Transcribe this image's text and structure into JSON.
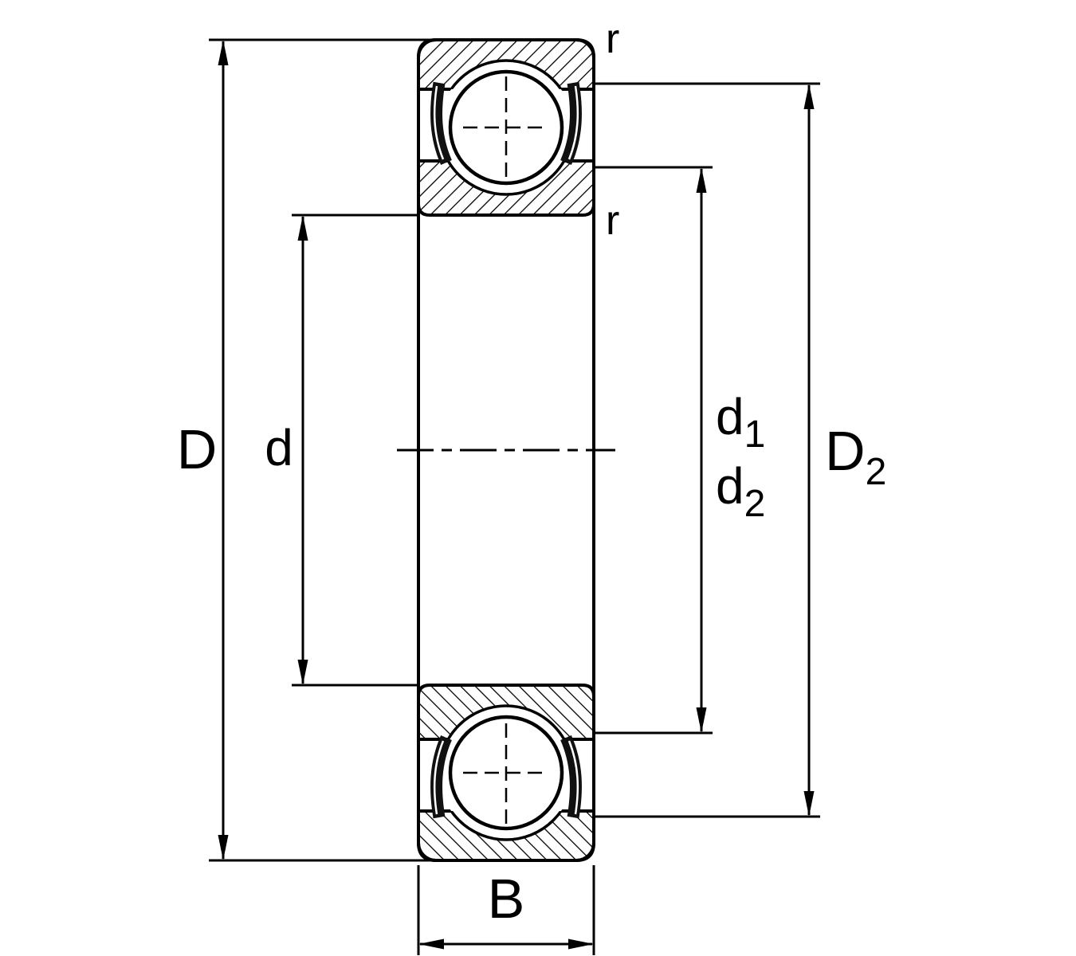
{
  "diagram": {
    "type": "deep-groove-ball-bearing-cross-section",
    "colors": {
      "line": "#000000",
      "background": "#ffffff",
      "seal": "#111111"
    },
    "labels": {
      "outer_diameter": "D",
      "bore_diameter": "d",
      "d1": {
        "base": "d",
        "sub": "1"
      },
      "d2": {
        "base": "d",
        "sub": "2"
      },
      "D2": {
        "base": "D",
        "sub": "2"
      },
      "width": "B",
      "chamfer_outer": "r",
      "chamfer_inner": "r"
    }
  }
}
